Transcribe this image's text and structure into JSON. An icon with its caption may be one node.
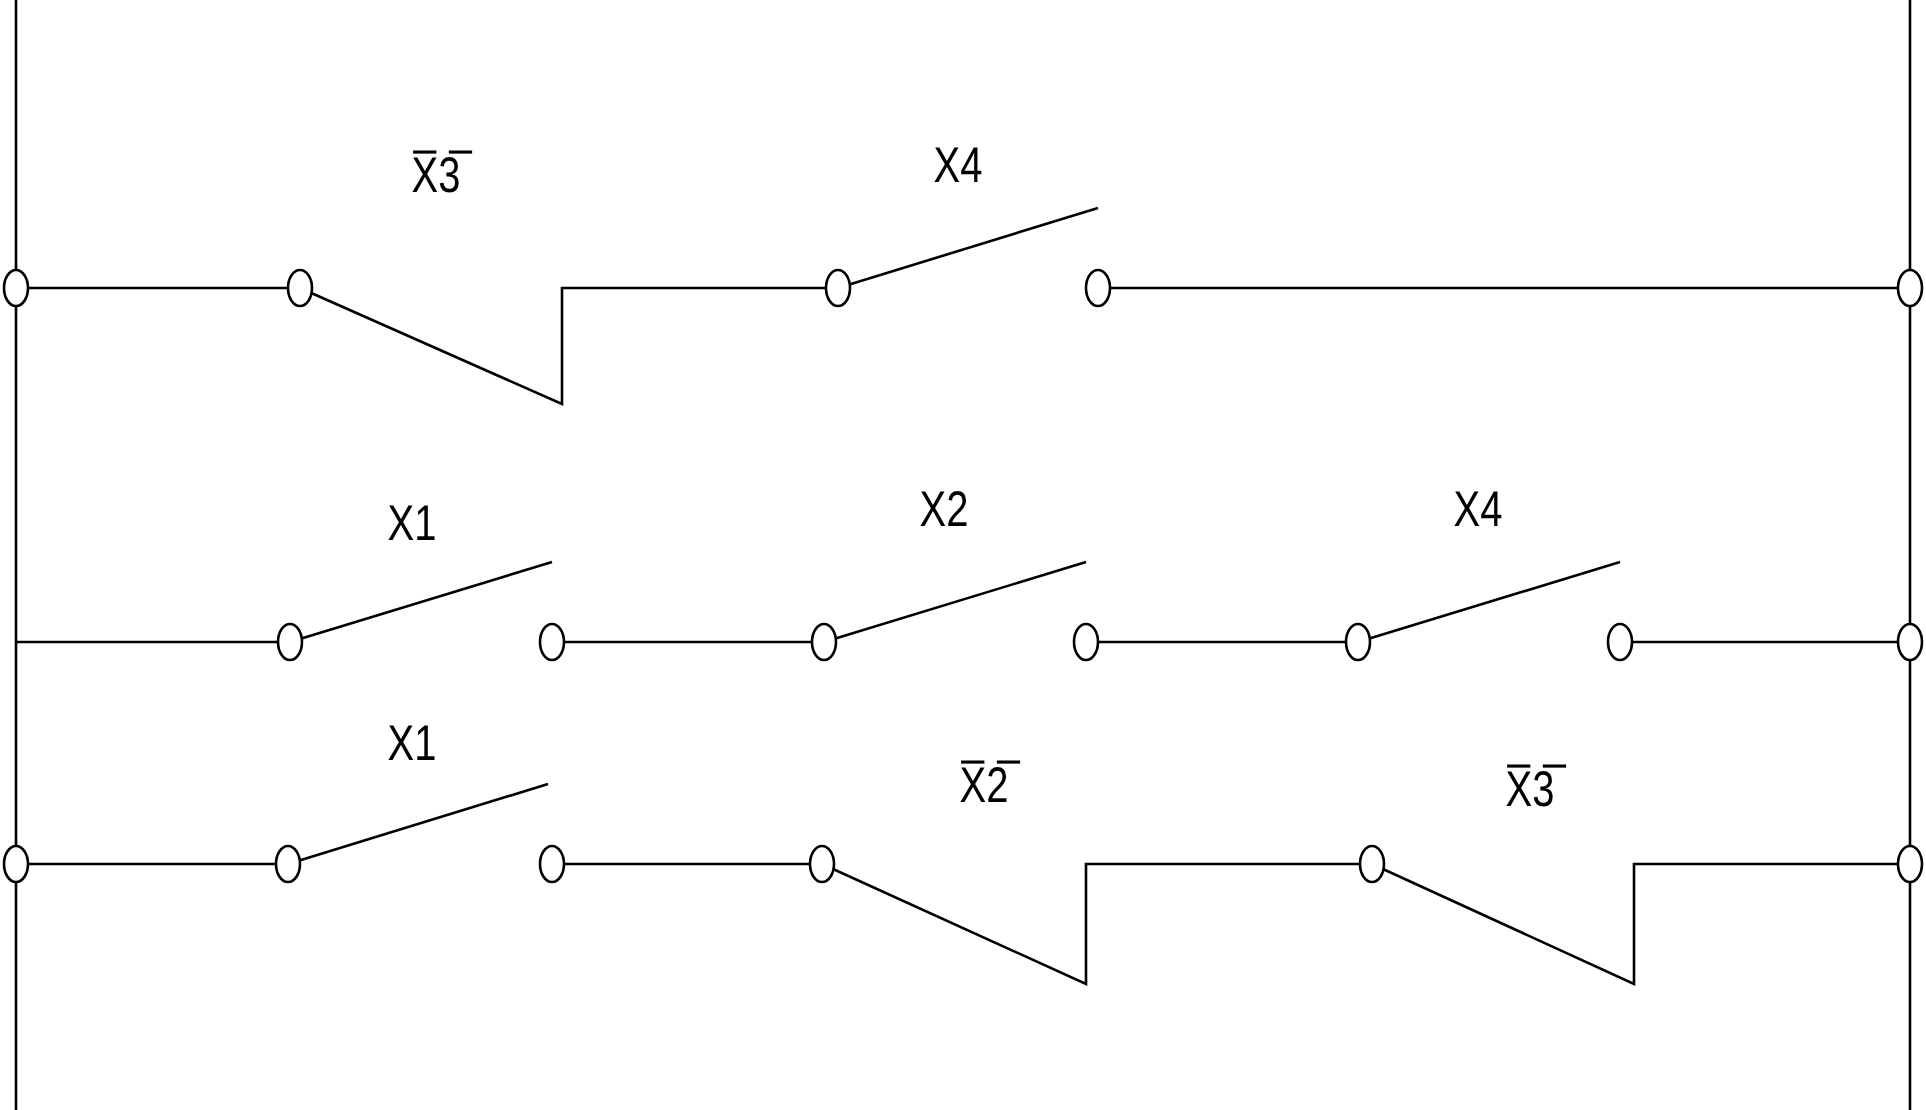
{
  "diagram": {
    "labels": [
      "X̅3̅",
      "X4",
      "X1",
      "X2",
      "X4",
      "X1",
      "X̅2̅",
      "X̅3̅"
    ]
  }
}
